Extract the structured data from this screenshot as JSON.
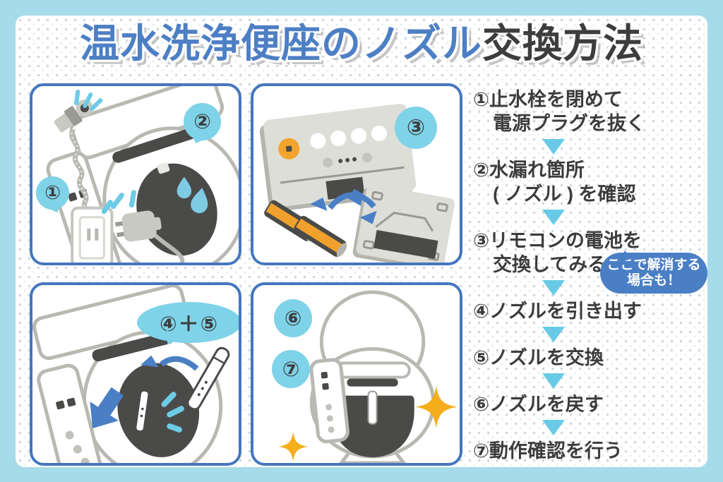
{
  "title": {
    "highlight": "温水洗浄便座のノズル",
    "rest": "交換方法"
  },
  "panels": {
    "p1": {
      "badge1": "①",
      "badge2": "②"
    },
    "p2": {
      "badge": "③"
    },
    "p3": {
      "badge": "④＋⑤"
    },
    "p4": {
      "badge1": "⑥",
      "badge2": "⑦"
    }
  },
  "steps": [
    {
      "num": "①",
      "line1": "止水栓を閉めて",
      "line2": "電源プラグを抜く"
    },
    {
      "num": "②",
      "line1": "水漏れ箇所",
      "line2": "( ノズル ) を確認"
    },
    {
      "num": "③",
      "line1": "リモコンの電池を",
      "line2": "交換してみる"
    },
    {
      "num": "④",
      "line1": "ノズルを引き出す"
    },
    {
      "num": "⑤",
      "line1": "ノズルを交換"
    },
    {
      "num": "⑥",
      "line1": "ノズルを戻す"
    },
    {
      "num": "⑦",
      "line1": "動作確認を行う"
    }
  ],
  "callout": {
    "line1": "ここで解消する",
    "line2": "場合も！"
  },
  "colors": {
    "frame": "#a6dbe9",
    "panel_border": "#4576bf",
    "title_blue": "#4d7fc4",
    "text_dark": "#3c3c3c",
    "step_arrow": "#68cae6",
    "badge_blue": "#7ed3e8",
    "callout_blue": "#4a7fc5",
    "arrow_blue": "#4a7fc5",
    "battery_orange": "#f0a02c",
    "sparkle_orange": "#f5ae1c",
    "droplet_blue": "#7fcbe4",
    "outline_gray": "#b9b9b3",
    "dark_gray": "#4a4a48"
  }
}
